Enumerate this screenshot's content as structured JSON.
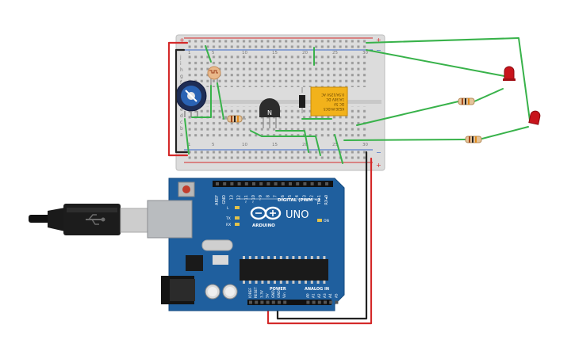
{
  "breadboard": {
    "rail_plus": "+",
    "rail_minus": "−",
    "row_letters_top": [
      "j",
      "i",
      "h",
      "g",
      "f"
    ],
    "row_letters_bottom": [
      "e",
      "d",
      "c",
      "b",
      "a"
    ],
    "column_numbers": [
      "1",
      "5",
      "10",
      "15",
      "20",
      "25",
      "30"
    ]
  },
  "components": {
    "relay_label_line1": "KS2E-M-DC5",
    "relay_label_line2": "DC 5V",
    "relay_label_line3": "1A/30V DC",
    "relay_label_line4": "0.5A/125V AC",
    "transistor_label": "N"
  },
  "arduino": {
    "model": "UNO",
    "brand": "ARDUINO",
    "digital_header": "DIGITAL (PWM ~)",
    "digital_pins": [
      "AREF",
      "GND",
      "13",
      "12",
      "~11",
      "~10",
      "~9",
      "8",
      "7",
      "~6",
      "~5",
      "4",
      "~3",
      "2",
      "TX▸1",
      "RX◂0"
    ],
    "power_header": "POWER",
    "analog_header": "ANALOG IN",
    "power_pins": [
      "IOREF",
      "RESET",
      "3.3V",
      "5V",
      "GND",
      "GND",
      "Vin"
    ],
    "analog_pins": [
      "A0",
      "A1",
      "A2",
      "A3",
      "A4",
      "A5"
    ],
    "led_labels": [
      "L",
      "TX",
      "RX"
    ],
    "on_label": "ON"
  },
  "colors": {
    "board": "#1f5f9e",
    "wire_green": "#38b24a",
    "wire_red": "#d42a2a",
    "wire_black": "#222222",
    "led_red": "#c8141c",
    "relay": "#f2b21b"
  }
}
